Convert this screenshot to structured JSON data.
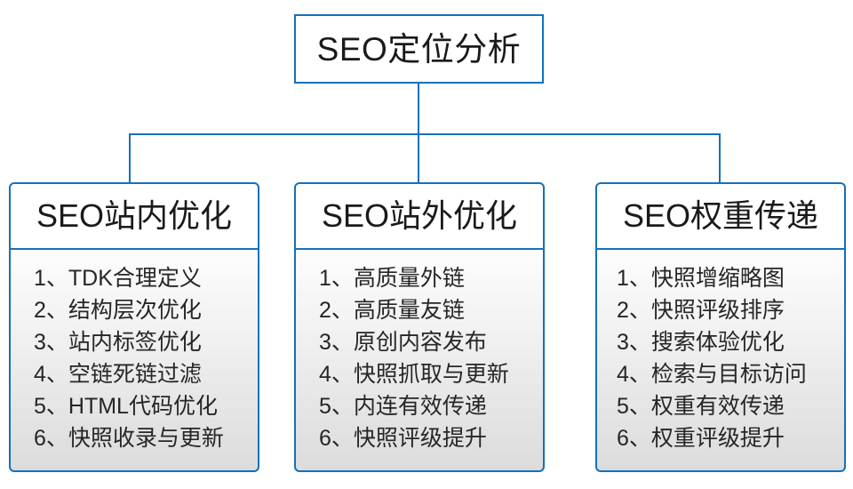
{
  "diagram": {
    "type": "hierarchy-tree",
    "accent_color": "#1371bb",
    "text_color": "#1a1a1a",
    "root": {
      "label": "SEO定位分析"
    },
    "branches": [
      {
        "header": "SEO站内优化",
        "items": [
          "1、TDK合理定义",
          "2、结构层次优化",
          "3、站内标签优化",
          "4、空链死链过滤",
          "5、HTML代码优化",
          "6、快照收录与更新"
        ]
      },
      {
        "header": "SEO站外优化",
        "items": [
          "1、高质量外链",
          "2、高质量友链",
          "3、原创内容发布",
          "4、快照抓取与更新",
          "5、内连有效传递",
          "6、快照评级提升"
        ]
      },
      {
        "header": "SEO权重传递",
        "items": [
          "1、快照增缩略图",
          "2、快照评级排序",
          "3、搜索体验优化",
          "4、检索与目标访问",
          "5、权重有效传递",
          "6、权重评级提升"
        ]
      }
    ]
  }
}
